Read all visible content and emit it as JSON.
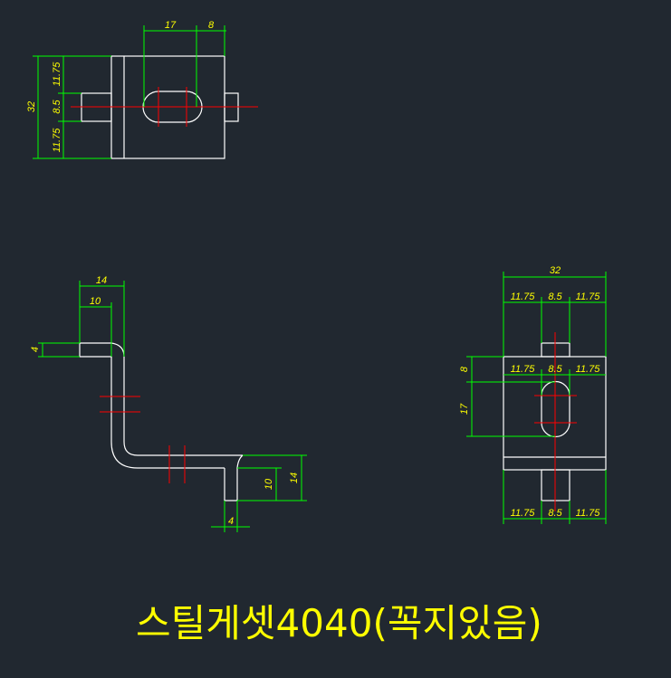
{
  "title": "스틸게셋4040(꼭지있음)",
  "colors": {
    "background": "#212830",
    "outline": "#ffffff",
    "dimension": "#00ff00",
    "dimension_text": "#ffff00",
    "centerline": "#ff0000"
  },
  "top_view": {
    "dims": {
      "d17": "17",
      "d8": "8",
      "d32": "32",
      "d1175a": "11.75",
      "d85": "8.5",
      "d1175b": "11.75"
    }
  },
  "side_view": {
    "dims": {
      "d14a": "14",
      "d10a": "10",
      "d4a": "4",
      "d10b": "10",
      "d14b": "14",
      "d4b": "4"
    }
  },
  "front_view": {
    "dims": {
      "d32": "32",
      "r1a": "11.75",
      "r1b": "8.5",
      "r1c": "11.75",
      "d8": "8",
      "r2a": "11.75",
      "r2b": "8.5",
      "r2c": "11.75",
      "d17": "17",
      "r3a": "11.75",
      "r3b": "8.5",
      "r3c": "11.75"
    }
  }
}
